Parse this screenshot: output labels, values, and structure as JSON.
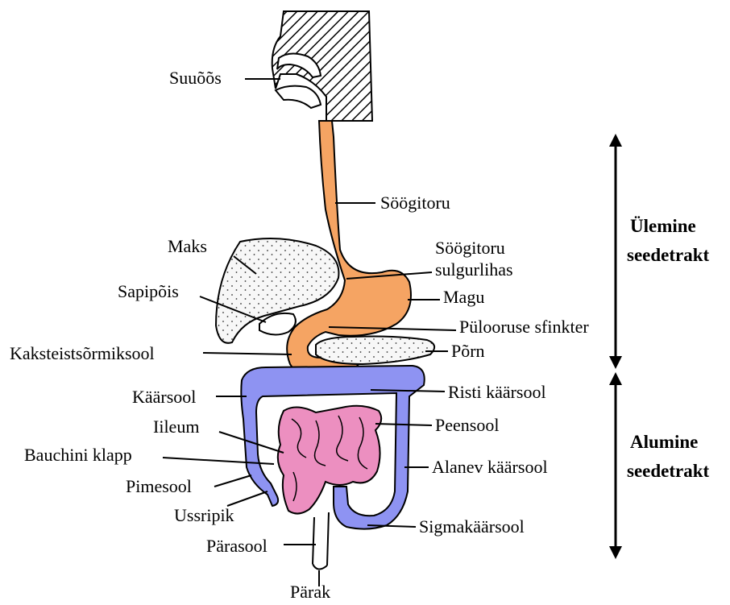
{
  "diagram": {
    "labels": {
      "suuoos": "Suuõõs",
      "soogitoru": "Söögitoru",
      "soogitoru_sulgurlihas_1": "Söögitoru",
      "soogitoru_sulgurlihas_2": "sulgurlihas",
      "maks": "Maks",
      "magu": "Magu",
      "sapipois": "Sapipõis",
      "pylooruse_sfinkter": "Pülooruse sfinkter",
      "kaksteistsormiksool": "Kaksteistsõrmiksool",
      "porn": "Põrn",
      "kaarsool": "Käärsool",
      "risti_kaarsool": "Risti käärsool",
      "iileum": "Iileum",
      "peensool": "Peensool",
      "bauchini_klapp": "Bauchini klapp",
      "alanev_kaarsool": "Alanev käärsool",
      "pimesool": "Pimesool",
      "ussripik": "Ussripik",
      "sigmakaarsool": "Sigmakäärsool",
      "parasool": "Pärasool",
      "parak": "Pärak"
    },
    "sections": {
      "upper_1": "Ülemine",
      "upper_2": "seedetrakt",
      "lower_1": "Alumine",
      "lower_2": "seedetrakt"
    },
    "colors": {
      "esophagus_stomach": "#f5a463",
      "colon": "#8e93f2",
      "small_intestine": "#ec8fc0",
      "liver_spleen": "#f7f7f7",
      "outline": "#000000"
    }
  }
}
